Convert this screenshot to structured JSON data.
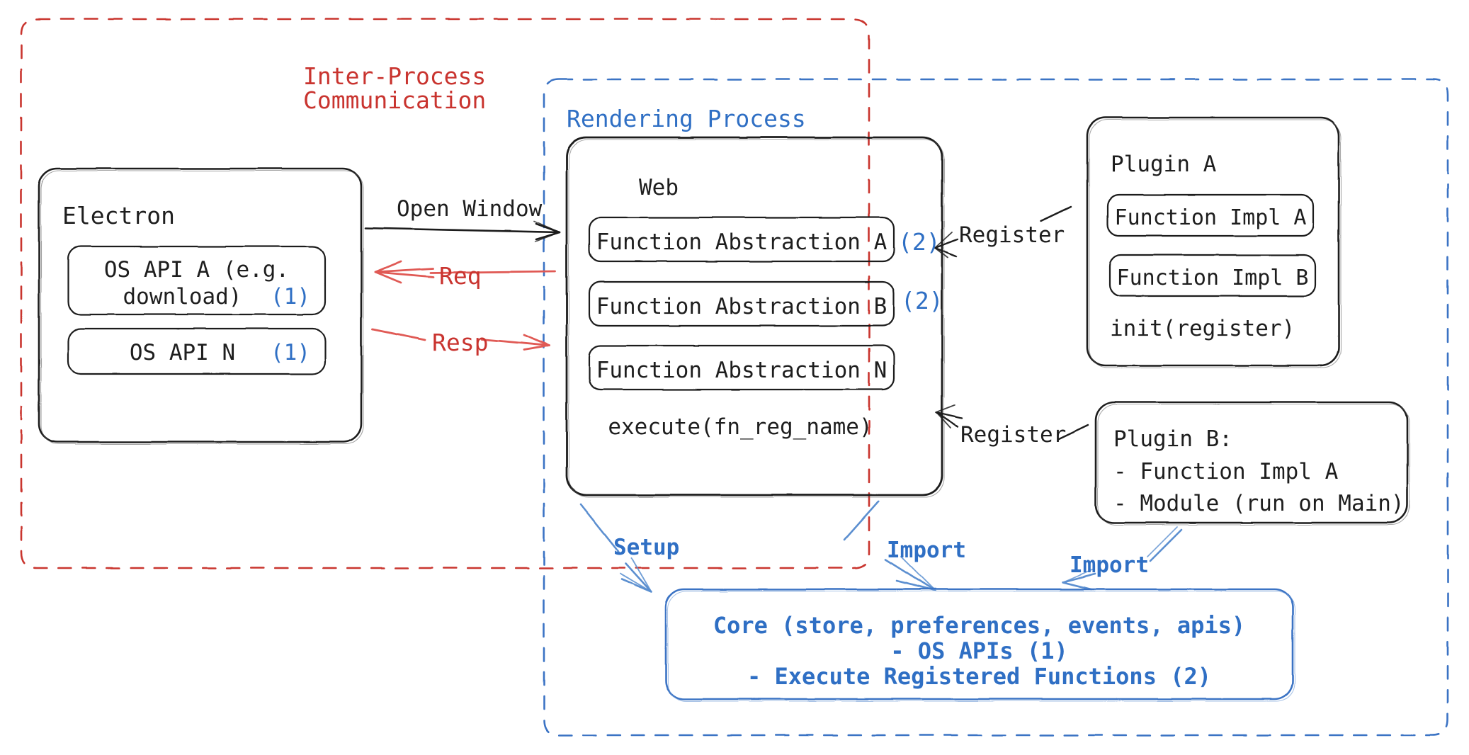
{
  "diagram": {
    "title": "Electron plugin architecture",
    "colors": {
      "ink": "#1e1e1e",
      "red": "#c9342f",
      "blue": "#2f6fc4",
      "blue_box": "#3b73c4",
      "blue_arrow": "#5b8fd0"
    },
    "regions": {
      "ipc": {
        "label_line1": "Inter-Process",
        "label_line2": "Communication",
        "style": "dashed",
        "color": "#c9342f"
      },
      "rendering": {
        "label": "Rendering Process",
        "style": "dashed",
        "color": "#2f6fc4"
      }
    },
    "boxes": {
      "electron": {
        "title": "Electron",
        "items": [
          {
            "text_line1": "OS API A (e.g.",
            "text_line2": "download)",
            "marker": "(1)"
          },
          {
            "text_line1": "OS API N",
            "text_line2": "",
            "marker": "(1)"
          }
        ]
      },
      "web": {
        "title": "Web",
        "items": [
          {
            "text": "Function Abstraction A",
            "marker": "(2)"
          },
          {
            "text": "Function Abstraction B",
            "marker": "(2)"
          },
          {
            "text": "Function Abstraction N",
            "marker": ""
          }
        ],
        "footer": "execute(fn_reg_name)"
      },
      "plugin_a": {
        "title": "Plugin A",
        "items": [
          {
            "text": "Function Impl A"
          },
          {
            "text": "Function Impl B"
          }
        ],
        "footer": "init(register)"
      },
      "plugin_b": {
        "title": "Plugin B:",
        "lines": [
          "- Function Impl A",
          "- Module (run on Main)"
        ]
      },
      "core": {
        "line1": "Core (store, preferences, events, apis)",
        "line2": "- OS APIs (1)",
        "line3": "- Execute Registered Functions (2)"
      }
    },
    "edges": [
      {
        "id": "open-window",
        "label": "Open Window",
        "color": "#1e1e1e",
        "from": "electron",
        "to": "web"
      },
      {
        "id": "req",
        "label": "Req",
        "color": "#c9342f",
        "from": "web",
        "to": "electron"
      },
      {
        "id": "resp",
        "label": "Resp",
        "color": "#c9342f",
        "from": "electron",
        "to": "web"
      },
      {
        "id": "register-a",
        "label": "Register",
        "color": "#1e1e1e",
        "from": "plugin_a",
        "to": "web"
      },
      {
        "id": "register-b",
        "label": "Register",
        "color": "#1e1e1e",
        "from": "plugin_b",
        "to": "web"
      },
      {
        "id": "setup",
        "label": "Setup",
        "color": "#5b8fd0",
        "from": "web",
        "to": "core"
      },
      {
        "id": "import-web",
        "label": "Import",
        "color": "#5b8fd0",
        "from": "web",
        "to": "core"
      },
      {
        "id": "import-plugin-b",
        "label": "Import",
        "color": "#5b8fd0",
        "from": "plugin_b",
        "to": "core"
      }
    ]
  }
}
